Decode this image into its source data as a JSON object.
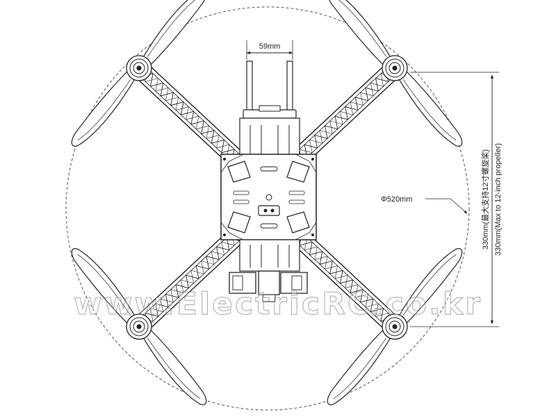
{
  "dimensions": {
    "antenna_spacing": "59mm",
    "prop_circle": "Φ520mm",
    "span": "330mm",
    "span_chinese": "(最大支持12寸螺旋桨)",
    "span_english": "330mm(Max to 12-inch propeller)"
  },
  "watermark": "www.ElectricRC.co.kr",
  "colors": {
    "line": "#222222",
    "dash": "#555555",
    "background": "#ffffff"
  }
}
